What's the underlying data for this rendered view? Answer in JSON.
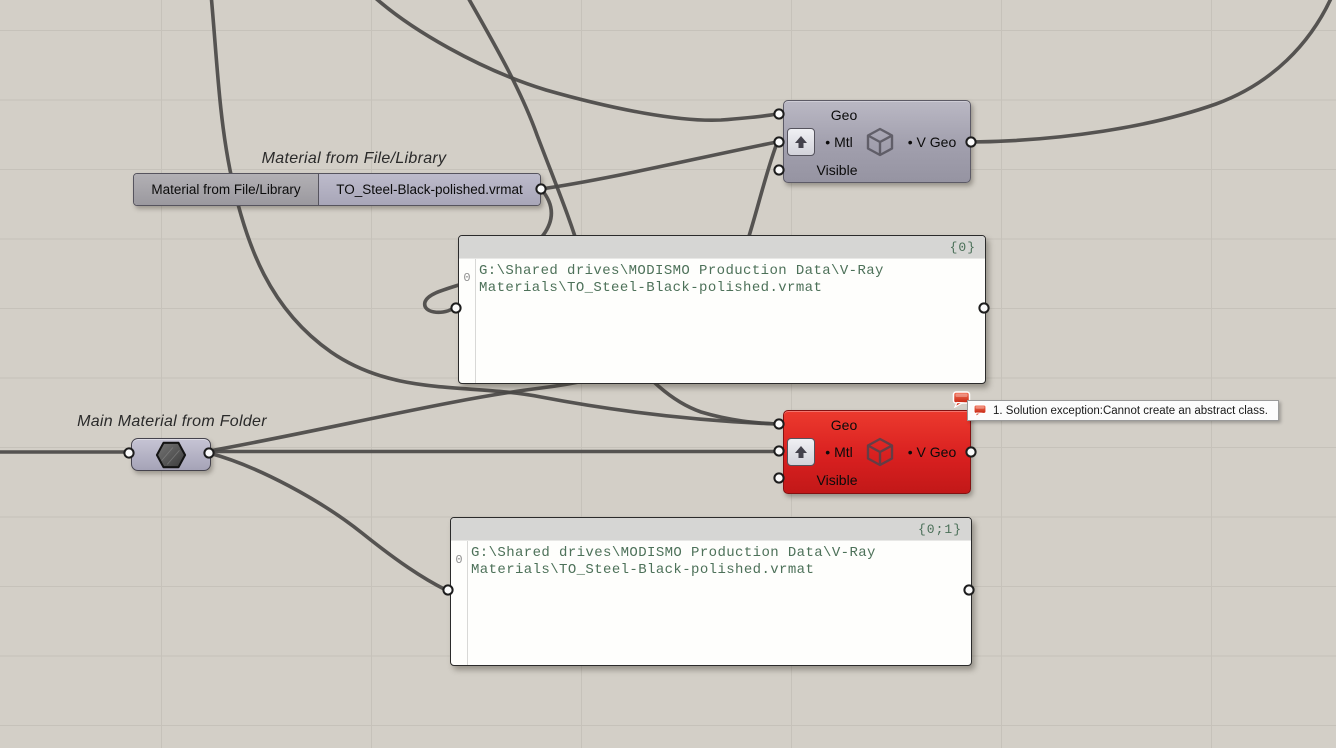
{
  "annotations": {
    "file_library_label": "Material from File/Library",
    "folder_label": "Main Material from Folder"
  },
  "file_library": {
    "title": "Material from File/Library",
    "value": "TO_Steel-Black-polished.vrmat"
  },
  "visualizer": {
    "inputs": [
      "Geo",
      "• Mtl",
      "Visible"
    ],
    "output": "• V Geo"
  },
  "panel_top": {
    "header": "{0}",
    "row_index": "0",
    "line1": "G:\\Shared drives\\MODISMO Production Data\\V-Ray",
    "line2": "Materials\\TO_Steel-Black-polished.vrmat"
  },
  "panel_bottom": {
    "header": "{0;1}",
    "row_index": "0",
    "line1": "G:\\Shared drives\\MODISMO Production Data\\V-Ray",
    "line2": "Materials\\TO_Steel-Black-polished.vrmat"
  },
  "error": {
    "tooltip": "1. Solution exception:Cannot create an abstract class."
  },
  "colors": {
    "canvas_bg": "#d3cfc7",
    "grid_line": "#c6c2ba",
    "wire": "#4a4946",
    "component_gray": "#a7a5b3",
    "component_error": "#d92020",
    "panel_text_green": "#4d7159"
  }
}
